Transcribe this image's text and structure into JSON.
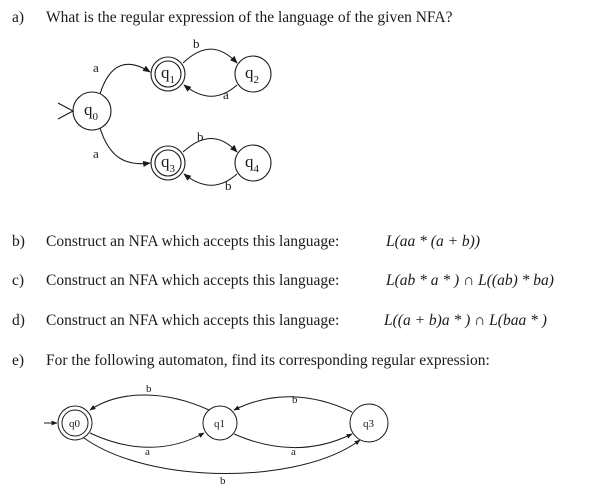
{
  "questions": [
    {
      "label": "a)",
      "text": "What is the regular expression of the language of the given NFA?"
    },
    {
      "label": "b)",
      "text": "Construct an NFA which accepts this language:",
      "expr": "L(aa * (a + b))"
    },
    {
      "label": "c)",
      "text": "Construct an NFA which accepts this language:",
      "expr": "L(ab * a * ) ∩ L((ab) * ba)"
    },
    {
      "label": "d)",
      "text": "Construct an NFA which accepts this language:",
      "expr": "L((a + b)a * ) ∩ L(baa * )"
    },
    {
      "label": "e)",
      "text": "For the following automaton, find its corresponding regular expression:"
    }
  ],
  "nfa1": {
    "states": [
      "q0",
      "q1",
      "q2",
      "q3",
      "q4"
    ],
    "state_labels": {
      "q0": "q",
      "q1": "q",
      "q2": "q",
      "q3": "q",
      "q4": "q"
    },
    "state_subscripts": {
      "q0": "0",
      "q1": "1",
      "q2": "2",
      "q3": "3",
      "q4": "4"
    },
    "start": "q0",
    "accepting": [
      "q1",
      "q3"
    ],
    "transitions": [
      {
        "from": "q0",
        "to": "q1",
        "symbol": "a"
      },
      {
        "from": "q0",
        "to": "q3",
        "symbol": "a"
      },
      {
        "from": "q1",
        "to": "q2",
        "symbol": "b"
      },
      {
        "from": "q2",
        "to": "q1",
        "symbol": "a"
      },
      {
        "from": "q3",
        "to": "q4",
        "symbol": "b"
      },
      {
        "from": "q4",
        "to": "q3",
        "symbol": "b"
      }
    ]
  },
  "automaton_e": {
    "states": [
      "q0",
      "q1",
      "q3"
    ],
    "start": "q0",
    "accepting": [
      "q0"
    ],
    "transitions": [
      {
        "from": "q1",
        "to": "q0",
        "symbol": "b"
      },
      {
        "from": "q0",
        "to": "q1",
        "symbol": "a"
      },
      {
        "from": "q3",
        "to": "q1",
        "symbol": "b"
      },
      {
        "from": "q1",
        "to": "q3",
        "symbol": "a"
      },
      {
        "from": "q0",
        "to": "q3",
        "symbol": "b"
      }
    ]
  }
}
